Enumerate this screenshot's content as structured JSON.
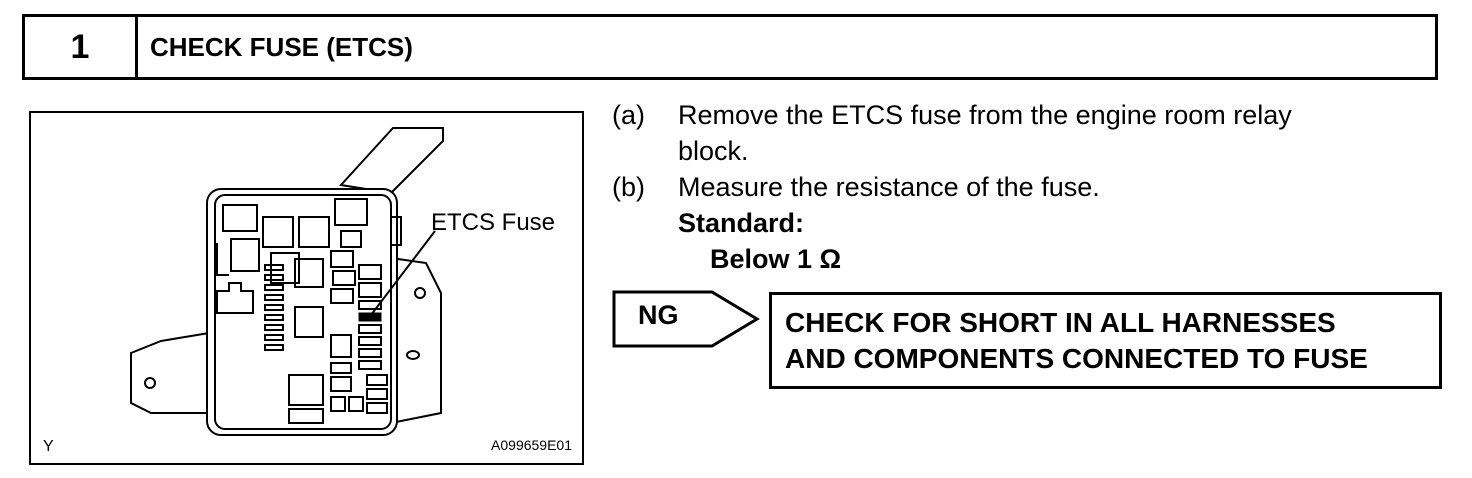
{
  "step": {
    "number": "1",
    "title": "CHECK FUSE (ETCS)"
  },
  "figure": {
    "callout_label": "ETCS Fuse",
    "corner_letter": "Y",
    "figure_id": "A099659E01"
  },
  "instructions": [
    {
      "tag": "(a)",
      "lines": [
        "Remove the ETCS fuse from the engine room relay",
        "block."
      ]
    },
    {
      "tag": "(b)",
      "lines": [
        "Measure the resistance of the fuse."
      ]
    }
  ],
  "standard": {
    "label": "Standard:",
    "value": "Below 1 Ω"
  },
  "ng_branch": {
    "label": "NG",
    "action_lines": [
      "CHECK FOR SHORT IN ALL HARNESSES",
      "AND COMPONENTS CONNECTED TO FUSE"
    ]
  }
}
